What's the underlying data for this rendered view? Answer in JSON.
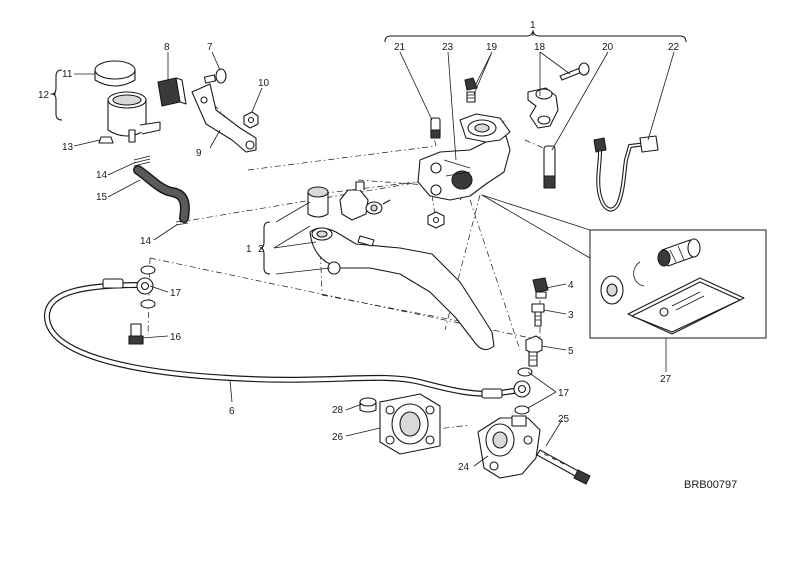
{
  "diagram": {
    "code": "BRB00797",
    "callouts": {
      "c1": "1",
      "c2": "2",
      "c3": "3",
      "c4": "4",
      "c5": "5",
      "c6": "6",
      "c7": "7",
      "c8": "8",
      "c9": "9",
      "c10": "10",
      "c11": "11",
      "c12": "12",
      "c13": "13",
      "c14a": "14",
      "c14b": "14",
      "c15": "15",
      "c16": "16",
      "c17a": "17",
      "c17b": "17",
      "c18": "18",
      "c19": "19",
      "c20": "20",
      "c21": "21",
      "c22": "22",
      "c23": "23",
      "c24": "24",
      "c25": "25",
      "c26": "26",
      "c27": "27",
      "c28": "28",
      "c1b": "1"
    },
    "colors": {
      "line": "#1a1a1a",
      "fill": "#ffffff",
      "shade": "#d9d9d9"
    }
  }
}
